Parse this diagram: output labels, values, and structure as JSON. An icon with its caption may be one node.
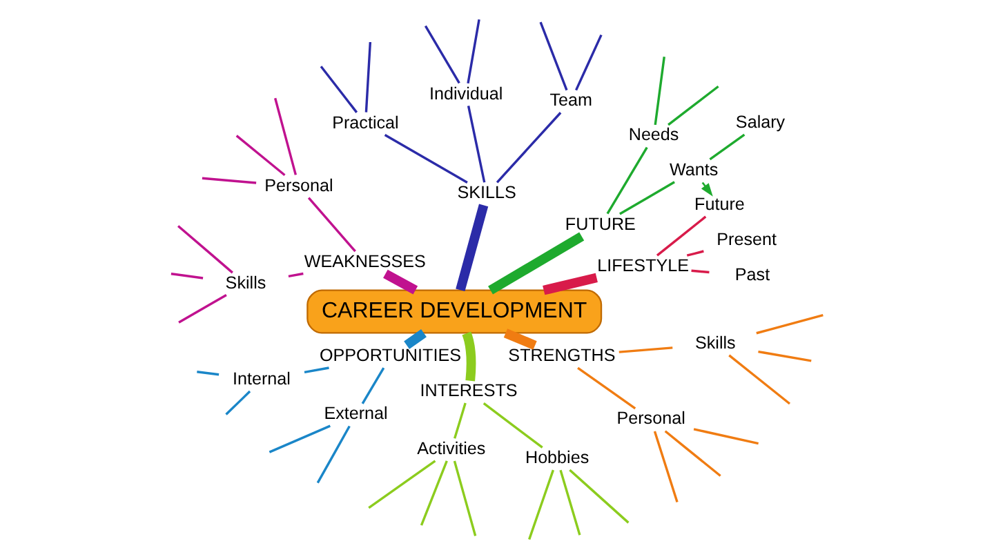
{
  "diagram": {
    "nodes": [
      {
        "text": [
          "CAREER DEVELOPMENT"
        ]
      },
      {
        "text": [
          "LIFESTYLE"
        ]
      },
      {
        "text": [
          "Past"
        ]
      },
      {
        "text": [
          "Present"
        ]
      },
      {
        "text": [
          "Future"
        ]
      },
      {
        "text": [
          "FUTURE"
        ]
      },
      {
        "text": [
          "Wants"
        ]
      },
      {
        "text": [
          "Salary"
        ]
      },
      {
        "text": [
          "Needs"
        ]
      },
      {
        "text": [
          "SKILLS"
        ]
      },
      {
        "text": [
          "Team"
        ]
      },
      {
        "text": [
          "Individual"
        ]
      },
      {
        "text": [
          "Practical"
        ]
      },
      {
        "text": [
          "WEAKNESSES"
        ]
      },
      {
        "text": [
          "Personal"
        ]
      },
      {
        "text": [
          "Skills"
        ]
      },
      {
        "text": [
          "OPPORTUNITIES"
        ]
      },
      {
        "text": [
          "Internal"
        ]
      },
      {
        "text": [
          "External"
        ]
      },
      {
        "text": [
          "INTERESTS"
        ]
      },
      {
        "text": [
          "Activities"
        ]
      },
      {
        "text": [
          "Hobbies"
        ]
      },
      {
        "text": [
          "STRENGTHS"
        ]
      },
      {
        "text": [
          "Personal"
        ]
      },
      {
        "text": [
          "Skills"
        ]
      }
    ],
    "edges": [
      {
        "from": 0,
        "to": 1,
        "arrow": "none",
        "style": "thick",
        "color": "#d81b4a"
      },
      {
        "from": 1,
        "to": 2,
        "arrow": "none",
        "color": "#d81b4a"
      },
      {
        "from": 1,
        "to": 3,
        "arrow": "none",
        "color": "#d81b4a"
      },
      {
        "from": 1,
        "to": 4,
        "arrow": "none",
        "color": "#d81b4a"
      },
      {
        "from": 0,
        "to": 5,
        "arrow": "none",
        "style": "thick",
        "color": "#1eaa2e"
      },
      {
        "from": 5,
        "to": 6,
        "arrow": "none",
        "color": "#1eaa2e"
      },
      {
        "from": 6,
        "to": 7,
        "arrow": "none",
        "color": "#1eaa2e"
      },
      {
        "from": 5,
        "to": 8,
        "arrow": "none",
        "color": "#1eaa2e"
      },
      {
        "from": 8,
        "to": null,
        "arrow": "none",
        "color": "#1eaa2e"
      },
      {
        "from": 8,
        "to": null,
        "arrow": "none",
        "color": "#1eaa2e"
      },
      {
        "from": 6,
        "to": 4,
        "arrow": "to",
        "style": "dashed",
        "color": "#1eaa2e"
      },
      {
        "from": 0,
        "to": 9,
        "arrow": "none",
        "style": "thick",
        "color": "#2b2ba8"
      },
      {
        "from": 9,
        "to": 10,
        "arrow": "none",
        "color": "#2b2ba8"
      },
      {
        "from": 10,
        "to": null,
        "arrow": "none",
        "color": "#2b2ba8"
      },
      {
        "from": 10,
        "to": null,
        "arrow": "none",
        "color": "#2b2ba8"
      },
      {
        "from": 9,
        "to": 11,
        "arrow": "none",
        "color": "#2b2ba8"
      },
      {
        "from": 11,
        "to": null,
        "arrow": "none",
        "color": "#2b2ba8"
      },
      {
        "from": 11,
        "to": null,
        "arrow": "none",
        "color": "#2b2ba8"
      },
      {
        "from": 9,
        "to": 12,
        "arrow": "none",
        "color": "#2b2ba8"
      },
      {
        "from": 12,
        "to": null,
        "arrow": "none",
        "color": "#2b2ba8"
      },
      {
        "from": 12,
        "to": null,
        "arrow": "none",
        "color": "#2b2ba8"
      },
      {
        "from": 0,
        "to": 13,
        "arrow": "none",
        "style": "thick",
        "color": "#c0128f"
      },
      {
        "from": 13,
        "to": 14,
        "arrow": "none",
        "color": "#c0128f"
      },
      {
        "from": 14,
        "to": null,
        "arrow": "none",
        "color": "#c0128f"
      },
      {
        "from": 14,
        "to": null,
        "arrow": "none",
        "color": "#c0128f"
      },
      {
        "from": 14,
        "to": null,
        "arrow": "none",
        "color": "#c0128f"
      },
      {
        "from": 13,
        "to": 15,
        "arrow": "none",
        "color": "#c0128f"
      },
      {
        "from": 15,
        "to": null,
        "arrow": "none",
        "color": "#c0128f"
      },
      {
        "from": 15,
        "to": null,
        "arrow": "none",
        "color": "#c0128f"
      },
      {
        "from": 15,
        "to": null,
        "arrow": "none",
        "color": "#c0128f"
      },
      {
        "from": 0,
        "to": 16,
        "arrow": "none",
        "style": "thick",
        "color": "#1a86c8"
      },
      {
        "from": 16,
        "to": 17,
        "arrow": "none",
        "color": "#1a86c8"
      },
      {
        "from": 17,
        "to": null,
        "arrow": "none",
        "color": "#1a86c8"
      },
      {
        "from": 17,
        "to": null,
        "arrow": "none",
        "color": "#1a86c8"
      },
      {
        "from": 16,
        "to": 18,
        "arrow": "none",
        "color": "#1a86c8"
      },
      {
        "from": 18,
        "to": null,
        "arrow": "none",
        "color": "#1a86c8"
      },
      {
        "from": 18,
        "to": null,
        "arrow": "none",
        "color": "#1a86c8"
      },
      {
        "from": 0,
        "to": 19,
        "arrow": "none",
        "style": "thick",
        "color": "#8ccc1e"
      },
      {
        "from": 19,
        "to": 20,
        "arrow": "none",
        "color": "#8ccc1e"
      },
      {
        "from": 20,
        "to": null,
        "arrow": "none",
        "color": "#8ccc1e"
      },
      {
        "from": 20,
        "to": null,
        "arrow": "none",
        "color": "#8ccc1e"
      },
      {
        "from": 20,
        "to": null,
        "arrow": "none",
        "color": "#8ccc1e"
      },
      {
        "from": 19,
        "to": 21,
        "arrow": "none",
        "color": "#8ccc1e"
      },
      {
        "from": 21,
        "to": null,
        "arrow": "none",
        "color": "#8ccc1e"
      },
      {
        "from": 21,
        "to": null,
        "arrow": "none",
        "color": "#8ccc1e"
      },
      {
        "from": 21,
        "to": null,
        "arrow": "none",
        "color": "#8ccc1e"
      },
      {
        "from": 0,
        "to": 22,
        "arrow": "none",
        "style": "thick",
        "color": "#f07c12"
      },
      {
        "from": 22,
        "to": 23,
        "arrow": "none",
        "color": "#f07c12"
      },
      {
        "from": 23,
        "to": null,
        "arrow": "none",
        "color": "#f07c12"
      },
      {
        "from": 23,
        "to": null,
        "arrow": "none",
        "color": "#f07c12"
      },
      {
        "from": 23,
        "to": null,
        "arrow": "none",
        "color": "#f07c12"
      },
      {
        "from": 22,
        "to": 24,
        "arrow": "none",
        "color": "#f07c12"
      },
      {
        "from": 24,
        "to": null,
        "arrow": "none",
        "color": "#f07c12"
      },
      {
        "from": 24,
        "to": null,
        "arrow": "none",
        "color": "#f07c12"
      },
      {
        "from": 24,
        "to": null,
        "arrow": "none",
        "color": "#f07c12"
      }
    ]
  }
}
